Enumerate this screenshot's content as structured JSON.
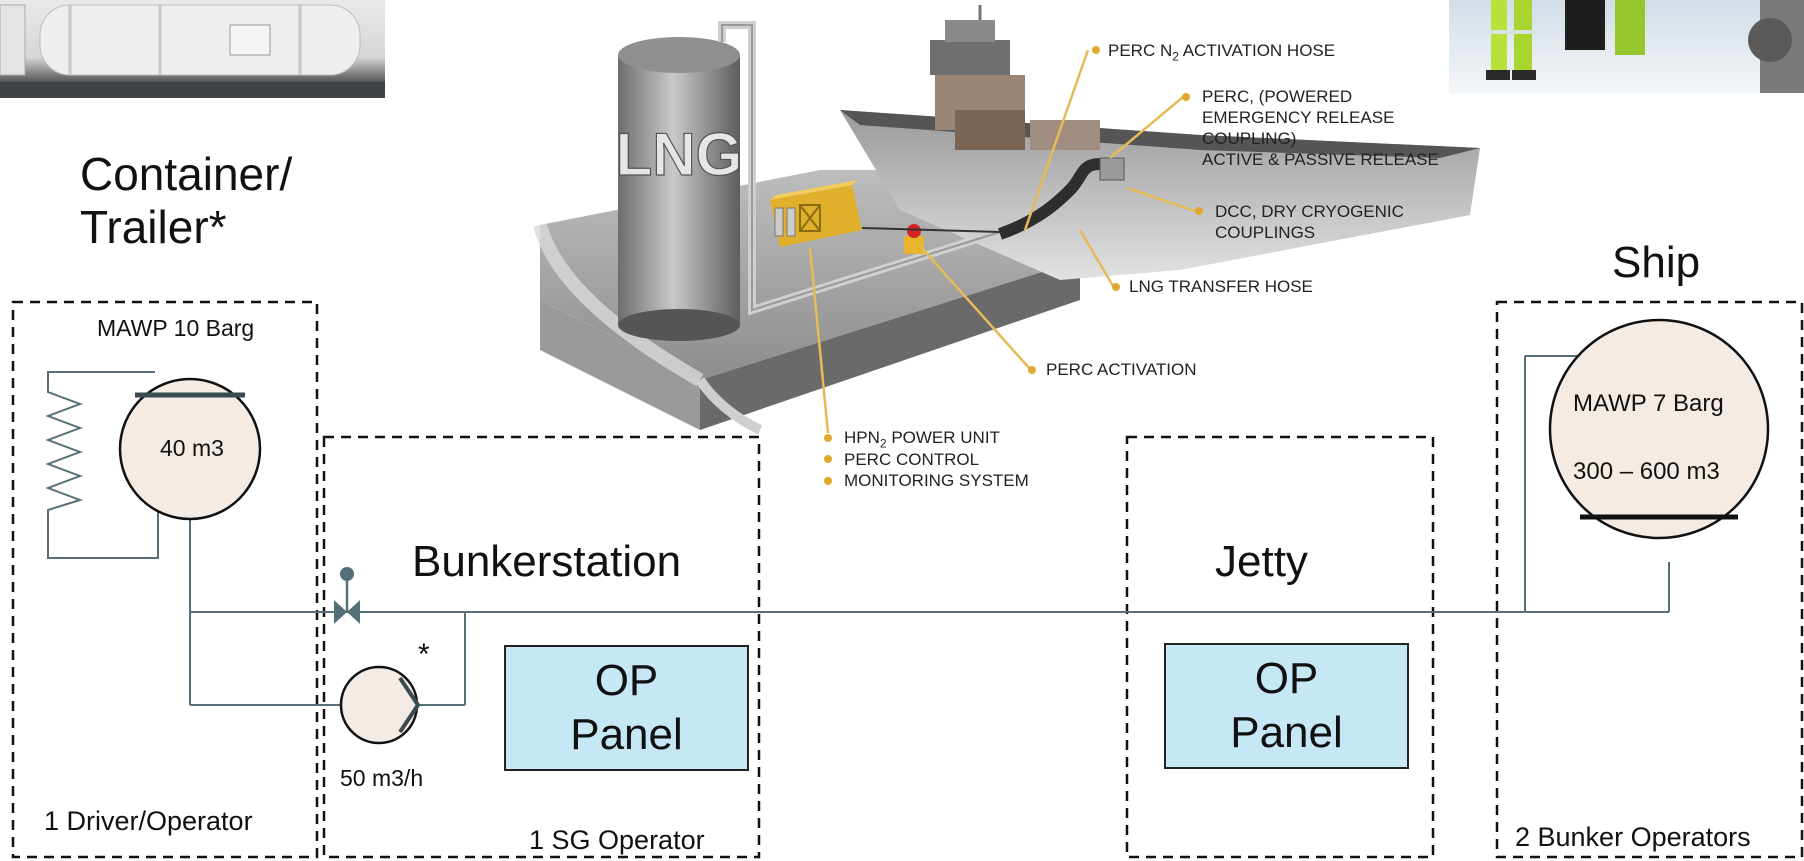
{
  "left_title": [
    "Container/",
    "Trailer*"
  ],
  "ship_title": "Ship",
  "bunkerstation": {
    "title": "Bunkerstation",
    "op_panel": [
      "OP",
      "Panel"
    ],
    "operator": "1 SG Operator"
  },
  "jetty": {
    "title": "Jetty",
    "op_panel": [
      "OP",
      "Panel"
    ]
  },
  "container": {
    "mawp": "MAWP 10 Barg",
    "volume": "40 m3",
    "operator": "1 Driver/Operator"
  },
  "pump": {
    "marker": "*",
    "flow": "50 m3/h"
  },
  "ship": {
    "mawp": "MAWP 7 Barg",
    "volume": "300 – 600 m3",
    "operator": "2 Bunker Operators"
  },
  "illustration": {
    "tank_label": "LNG",
    "callouts": {
      "perc_n2": [
        "PERC N",
        "2",
        " ACTIVATION HOSE"
      ],
      "perc_coupling": [
        "PERC, (POWERED",
        "EMERGENCY RELEASE",
        "COUPLING)",
        "ACTIVE & PASSIVE RELEASE"
      ],
      "dcc": [
        "DCC, DRY CRYOGENIC",
        "COUPLINGS"
      ],
      "transfer_hose": "LNG TRANSFER HOSE",
      "perc_activation": "PERC ACTIVATION",
      "power_unit": [
        "HPN",
        "2",
        " POWER UNIT"
      ],
      "perc_control": "PERC CONTROL",
      "monitoring": "MONITORING SYSTEM"
    }
  },
  "colors": {
    "pipe": "#56707a",
    "vessel_fill": "#f4ebe4",
    "panel_fill": "#c6e8f5",
    "callout_dot": "#e0a82e",
    "dashed_border": "#111111"
  }
}
